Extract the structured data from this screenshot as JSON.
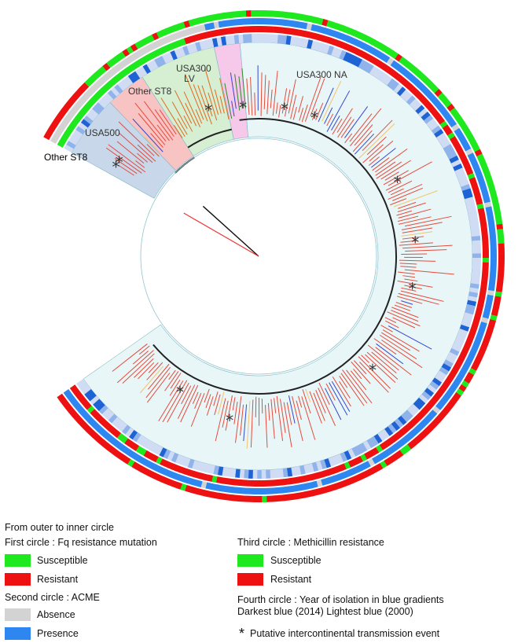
{
  "figure": {
    "clade_labels": {
      "usa300_lv_line1": "USA300",
      "usa300_lv_line2": "LV",
      "usa300_na": "USA300 NA",
      "other_st8_top": "Other ST8",
      "usa500": "USA500",
      "other_st8_left": "Other ST8"
    },
    "star_glyph": "*",
    "colors": {
      "susceptible": "#1ee81e",
      "resistant": "#ee1111",
      "absence": "#d3d3d3",
      "presence": "#2e86f0",
      "year_dark": "#1e63d6",
      "year_light": "#cfdcf3",
      "branch_red": "#e34b3b",
      "branch_blue": "#3547d0",
      "branch_yellow": "#f2c46d",
      "clade_bg_na": "#e9f6f8",
      "clade_bg_lv": "#f6c9ea",
      "clade_bg_st8": "#d6efd3",
      "clade_bg_usa500": "#f8c3c3",
      "clade_bg_other": "#c8d8ea"
    }
  },
  "legend": {
    "intro": "From outer to inner circle",
    "first_circle_title": "First circle : Fq resistance mutation",
    "first_circle_susceptible": "Susceptible",
    "first_circle_resistant": "Resistant",
    "second_circle_title": "Second circle : ACME",
    "second_circle_absence": "Absence",
    "second_circle_presence": "Presence",
    "third_circle_title": "Third circle : Methicillin resistance",
    "third_circle_susceptible": "Susceptible",
    "third_circle_resistant": "Resistant",
    "fourth_circle_line1": "Fourth circle : Year of isolation in blue gradients",
    "fourth_circle_line2": "Darkest blue (2014) Lightest blue (2000)",
    "star_symbol": "*",
    "star_text": "Putative intercontinental transmission event"
  }
}
